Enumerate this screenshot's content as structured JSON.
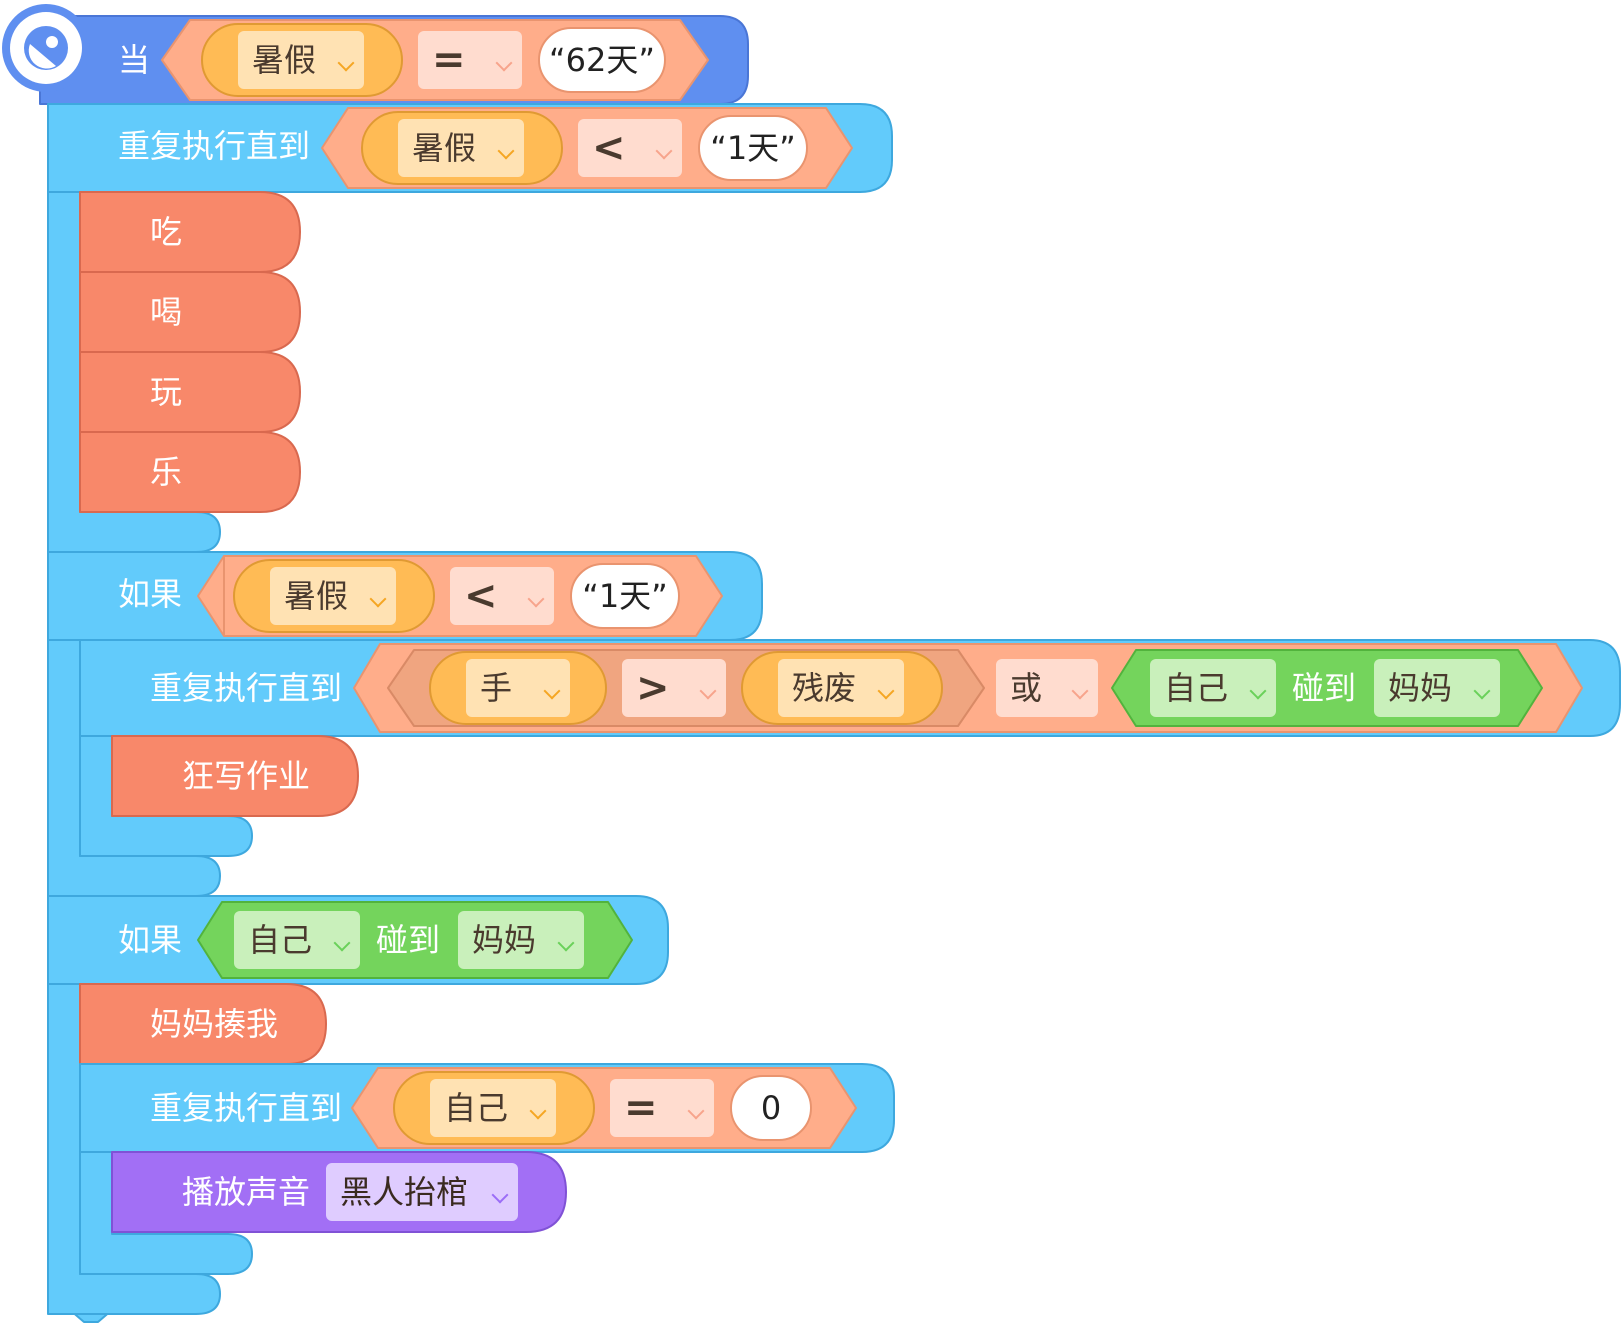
{
  "colors": {
    "event": "#5f8ff0",
    "control": "#62cbfb",
    "action": "#f8886a",
    "operator": "#ffad8a",
    "variable": "#ffbb55",
    "sensing": "#74d45c",
    "sound": "#a26ff5"
  },
  "event": {
    "icon": "satellite-dish-icon",
    "label": "当",
    "var": "暑假",
    "op": "=",
    "value": "“62天”"
  },
  "loop1": {
    "label": "重复执行直到",
    "var": "暑假",
    "op": "<",
    "value": "“1天”"
  },
  "actions1": [
    "吃",
    "喝",
    "玩",
    "乐"
  ],
  "if1": {
    "label": "如果",
    "var": "暑假",
    "op": "<",
    "value": "“1天”"
  },
  "loop2": {
    "label": "重复执行直到",
    "left_var": "手",
    "cmp": ">",
    "right_var": "残废",
    "or": "或",
    "self": "自己",
    "touch": "碰到",
    "target": "妈妈"
  },
  "action2": "狂写作业",
  "if2": {
    "label": "如果",
    "self": "自己",
    "touch": "碰到",
    "target": "妈妈"
  },
  "action3": "妈妈揍我",
  "loop3": {
    "label": "重复执行直到",
    "var": "自己",
    "op": "=",
    "value": "0"
  },
  "sound": {
    "label": "播放声音",
    "name": "黑人抬棺"
  }
}
